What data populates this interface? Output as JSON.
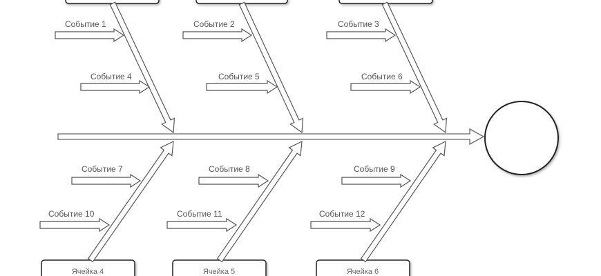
{
  "diagram": {
    "type": "fishbone",
    "head": {
      "label": ""
    },
    "categories_top": [
      {
        "label": "",
        "events": [
          "Событие 1",
          "Событие 4"
        ]
      },
      {
        "label": "",
        "events": [
          "Событие 2",
          "Событие 5"
        ]
      },
      {
        "label": "",
        "events": [
          "Событие 3",
          "Событие 6"
        ]
      }
    ],
    "categories_bottom": [
      {
        "label": "Ячейка 4",
        "events": [
          "Событие 7",
          "Событие 10"
        ]
      },
      {
        "label": "Ячейка 5",
        "events": [
          "Событие 8",
          "Событие 11"
        ]
      },
      {
        "label": "Ячейка 6",
        "events": [
          "Событие 9",
          "Событие 12"
        ]
      }
    ],
    "colors": {
      "line": "#555555",
      "box": "#222222",
      "text": "#555555"
    }
  }
}
